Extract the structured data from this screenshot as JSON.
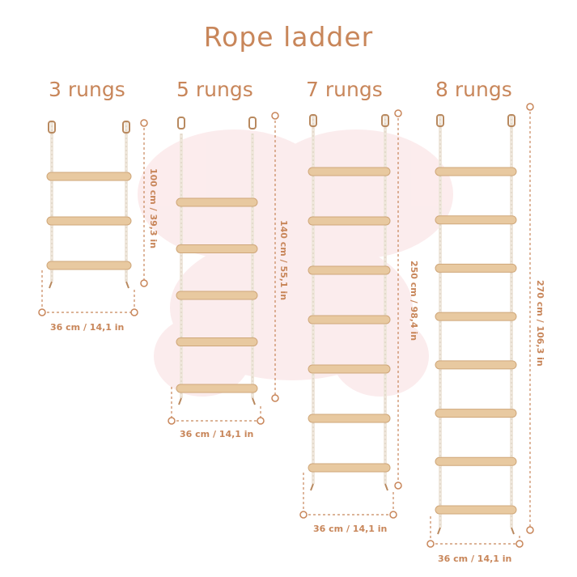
{
  "title": "Rope ladder",
  "colors": {
    "accent": "#c8865a",
    "wood": "#e8c9a0",
    "rope": "#efe7dc",
    "watermark": "#fbe9ea"
  },
  "ladders": [
    {
      "label": "3 rungs",
      "rungs": 3,
      "height_label": "100 cm / 39,3 in",
      "width_label": "36 cm / 14,1 in"
    },
    {
      "label": "5 rungs",
      "rungs": 5,
      "height_label": "140 cm / 55,1 in",
      "width_label": "36 cm / 14,1 in"
    },
    {
      "label": "7 rungs",
      "rungs": 7,
      "height_label": "250 cm / 98,4 in",
      "width_label": "36 cm / 14,1 in"
    },
    {
      "label": "8 rungs",
      "rungs": 8,
      "height_label": "270 cm / 106,3 in",
      "width_label": "36 cm / 14,1 in"
    }
  ]
}
